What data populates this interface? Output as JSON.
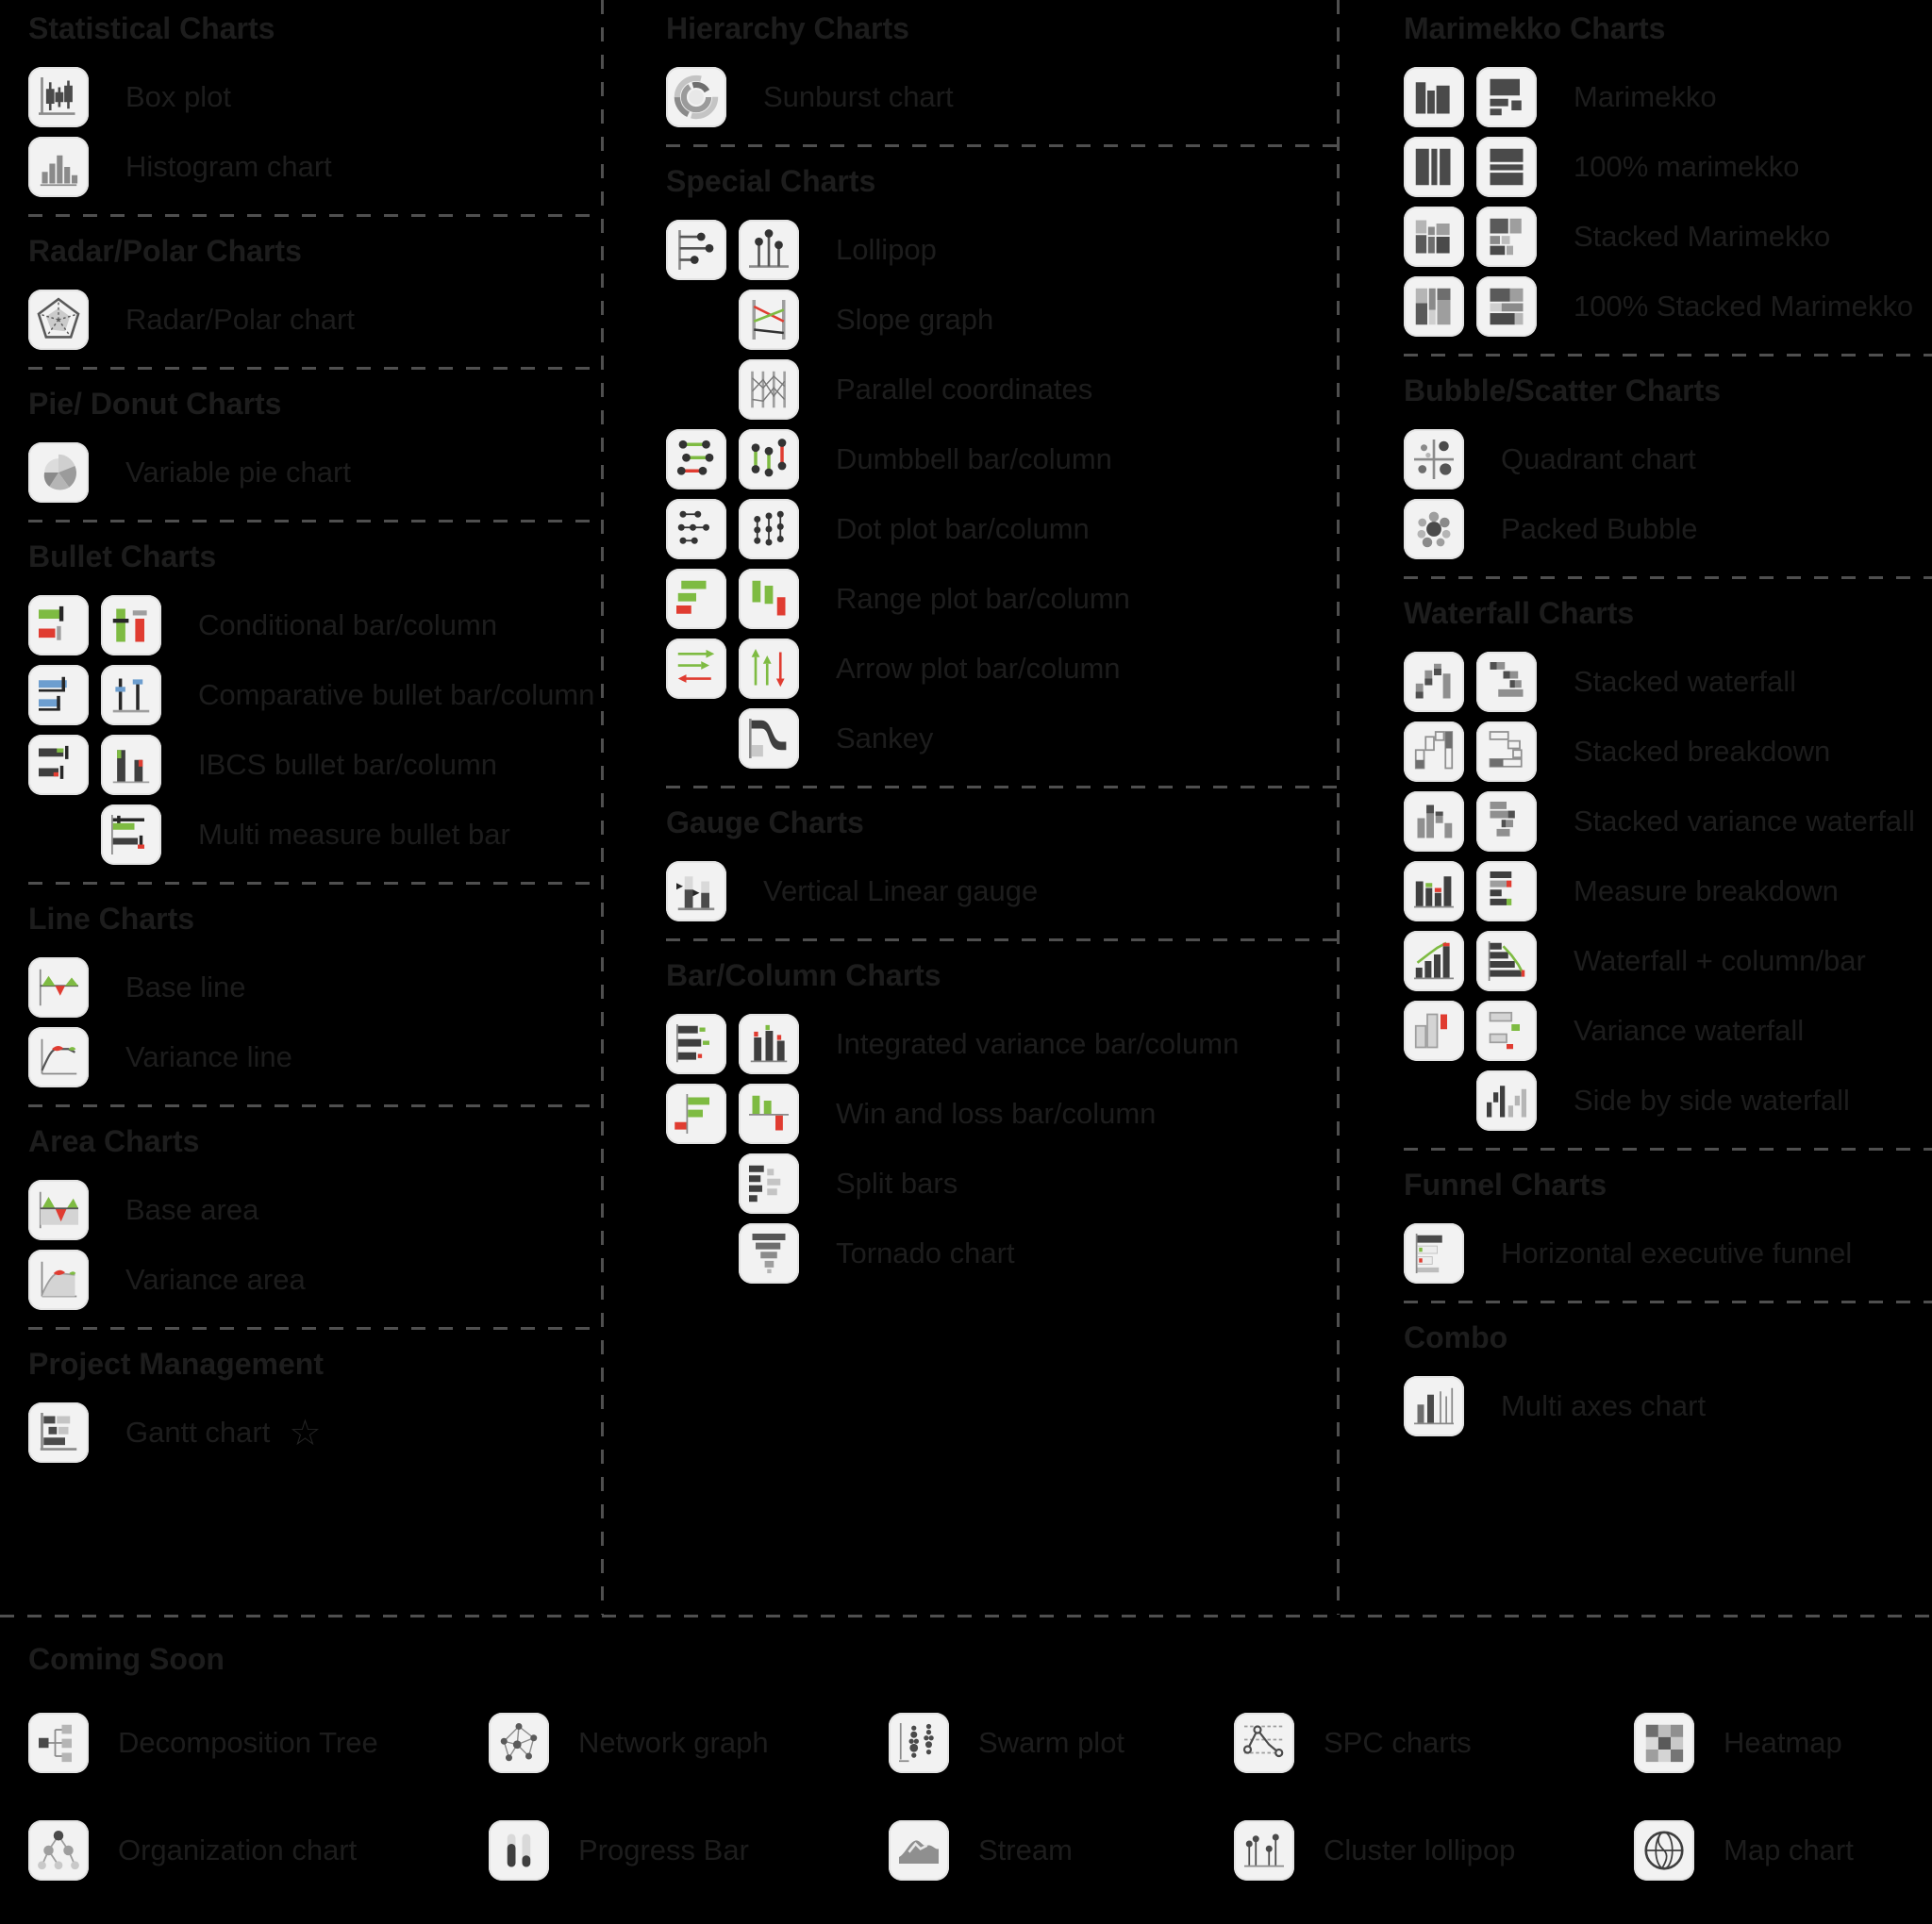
{
  "palette": {
    "background": "#000000",
    "text": "#1d1d1d",
    "divider": "#4f4f4f",
    "tile_background": "#f2f2f2",
    "green": "#7ebb42",
    "red": "#e03c31",
    "blue": "#6d9ecf",
    "dark_gray": "#3f3f3f",
    "mid_gray": "#8a8a8a",
    "light_gray": "#c9c9c9"
  },
  "columns": [
    {
      "sections": [
        {
          "title": "Statistical Charts",
          "items": [
            {
              "label": "Box plot",
              "icons": [
                "box-plot-icon"
              ]
            },
            {
              "label": "Histogram chart",
              "icons": [
                "histogram-icon"
              ]
            }
          ]
        },
        {
          "title": "Radar/Polar Charts",
          "items": [
            {
              "label": "Radar/Polar chart",
              "icons": [
                "radar-polar-icon"
              ]
            }
          ]
        },
        {
          "title": "Pie/ Donut Charts",
          "items": [
            {
              "label": "Variable pie chart",
              "icons": [
                "variable-pie-icon"
              ]
            }
          ]
        },
        {
          "title": "Bullet Charts",
          "items": [
            {
              "label": "Conditional bar/column",
              "icons": [
                "conditional-bar-icon",
                "conditional-column-icon"
              ]
            },
            {
              "label": "Comparative bullet bar/column",
              "icons": [
                "comparative-bullet-bar-icon",
                "comparative-bullet-column-icon"
              ]
            },
            {
              "label": "IBCS bullet bar/column",
              "icons": [
                "ibcs-bullet-bar-icon",
                "ibcs-bullet-column-icon"
              ]
            },
            {
              "label": "Multi measure bullet bar",
              "icons": [
                null,
                "multi-measure-bullet-bar-icon"
              ]
            }
          ]
        },
        {
          "title": "Line Charts",
          "items": [
            {
              "label": "Base line",
              "icons": [
                "base-line-icon"
              ]
            },
            {
              "label": "Variance line",
              "icons": [
                "variance-line-icon"
              ]
            }
          ]
        },
        {
          "title": "Area Charts",
          "items": [
            {
              "label": "Base area",
              "icons": [
                "base-area-icon"
              ]
            },
            {
              "label": "Variance area",
              "icons": [
                "variance-area-icon"
              ]
            }
          ]
        },
        {
          "title": "Project Management",
          "items": [
            {
              "label": "Gantt chart",
              "icons": [
                "gantt-icon"
              ],
              "suffix_icon": "star-outline-icon"
            }
          ]
        }
      ]
    },
    {
      "sections": [
        {
          "title": "Hierarchy Charts",
          "items": [
            {
              "label": "Sunburst chart",
              "icons": [
                "sunburst-icon"
              ]
            }
          ]
        },
        {
          "title": "Special Charts",
          "items": [
            {
              "label": "Lollipop",
              "icons": [
                "lollipop-bar-icon",
                "lollipop-column-icon"
              ]
            },
            {
              "label": "Slope graph",
              "icons": [
                null,
                "slope-graph-icon"
              ]
            },
            {
              "label": "Parallel coordinates",
              "icons": [
                null,
                "parallel-coordinates-icon"
              ]
            },
            {
              "label": "Dumbbell bar/column",
              "icons": [
                "dumbbell-bar-icon",
                "dumbbell-column-icon"
              ]
            },
            {
              "label": "Dot plot bar/column",
              "icons": [
                "dot-plot-bar-icon",
                "dot-plot-column-icon"
              ]
            },
            {
              "label": "Range plot bar/column",
              "icons": [
                "range-plot-bar-icon",
                "range-plot-column-icon"
              ]
            },
            {
              "label": "Arrow plot bar/column",
              "icons": [
                "arrow-plot-bar-icon",
                "arrow-plot-column-icon"
              ]
            },
            {
              "label": "Sankey",
              "icons": [
                null,
                "sankey-icon"
              ]
            }
          ]
        },
        {
          "title": "Gauge Charts",
          "items": [
            {
              "label": "Vertical Linear gauge",
              "icons": [
                "vertical-linear-gauge-icon"
              ]
            }
          ]
        },
        {
          "title": "Bar/Column Charts",
          "items": [
            {
              "label": "Integrated variance bar/column",
              "icons": [
                "integrated-variance-bar-icon",
                "integrated-variance-column-icon"
              ]
            },
            {
              "label": "Win and loss bar/column",
              "icons": [
                "win-loss-bar-icon",
                "win-loss-column-icon"
              ]
            },
            {
              "label": "Split bars",
              "icons": [
                null,
                "split-bars-icon"
              ]
            },
            {
              "label": "Tornado chart",
              "icons": [
                null,
                "tornado-icon"
              ]
            }
          ]
        }
      ]
    },
    {
      "sections": [
        {
          "title": "Marimekko Charts",
          "items": [
            {
              "label": "Marimekko",
              "icons": [
                "marimekko-column-icon",
                "marimekko-bar-icon"
              ]
            },
            {
              "label": "100% marimekko",
              "icons": [
                "marimekko-100-column-icon",
                "marimekko-100-bar-icon"
              ]
            },
            {
              "label": "Stacked Marimekko",
              "icons": [
                "stacked-marimekko-column-icon",
                "stacked-marimekko-bar-icon"
              ]
            },
            {
              "label": "100% Stacked Marimekko",
              "icons": [
                "stacked-marimekko-100-column-icon",
                "stacked-marimekko-100-bar-icon"
              ]
            }
          ]
        },
        {
          "title": "Bubble/Scatter Charts",
          "items": [
            {
              "label": "Quadrant chart",
              "icons": [
                "quadrant-icon"
              ]
            },
            {
              "label": "Packed Bubble",
              "icons": [
                "packed-bubble-icon"
              ]
            }
          ]
        },
        {
          "title": "Waterfall Charts",
          "items": [
            {
              "label": "Stacked waterfall",
              "icons": [
                "stacked-waterfall-column-icon",
                "stacked-waterfall-bar-icon"
              ]
            },
            {
              "label": "Stacked breakdown",
              "icons": [
                "stacked-breakdown-column-icon",
                "stacked-breakdown-bar-icon"
              ]
            },
            {
              "label": "Stacked variance waterfall",
              "icons": [
                "stacked-variance-waterfall-column-icon",
                "stacked-variance-waterfall-bar-icon"
              ]
            },
            {
              "label": "Measure breakdown",
              "icons": [
                "measure-breakdown-column-icon",
                "measure-breakdown-bar-icon"
              ]
            },
            {
              "label": "Waterfall + column/bar",
              "icons": [
                "waterfall-plus-column-icon",
                "waterfall-plus-bar-icon"
              ]
            },
            {
              "label": "Variance waterfall",
              "icons": [
                "variance-waterfall-column-icon",
                "variance-waterfall-bar-icon"
              ]
            },
            {
              "label": "Side by side waterfall",
              "icons": [
                null,
                "side-by-side-waterfall-icon"
              ]
            }
          ]
        },
        {
          "title": "Funnel Charts",
          "items": [
            {
              "label": "Horizontal executive funnel",
              "icons": [
                "horizontal-executive-funnel-icon"
              ]
            }
          ]
        },
        {
          "title": "Combo",
          "items": [
            {
              "label": "Multi axes chart",
              "icons": [
                "multi-axes-icon"
              ]
            }
          ]
        }
      ]
    }
  ],
  "coming_soon": {
    "title": "Coming Soon",
    "items": [
      {
        "label": "Decomposition Tree",
        "icon": "decomposition-tree-icon"
      },
      {
        "label": "Network graph",
        "icon": "network-graph-icon"
      },
      {
        "label": "Swarm plot",
        "icon": "swarm-plot-icon"
      },
      {
        "label": "SPC charts",
        "icon": "spc-charts-icon"
      },
      {
        "label": "Heatmap",
        "icon": "heatmap-icon"
      },
      {
        "label": "Organization chart",
        "icon": "organization-chart-icon"
      },
      {
        "label": "Progress Bar",
        "icon": "progress-bar-icon"
      },
      {
        "label": "Stream",
        "icon": "stream-icon"
      },
      {
        "label": "Cluster lollipop",
        "icon": "cluster-lollipop-icon"
      },
      {
        "label": "Map chart",
        "icon": "map-chart-icon"
      }
    ]
  }
}
